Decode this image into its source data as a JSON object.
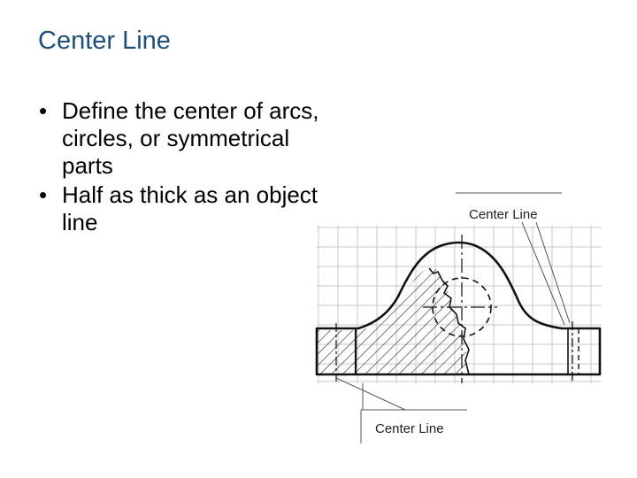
{
  "slide": {
    "title": "Center Line",
    "bullets": [
      {
        "marker": "•",
        "text": "Define the center of arcs, circles, or symmetrical parts"
      },
      {
        "marker": "•",
        "text": "Half as thick as an object line"
      }
    ]
  },
  "figure": {
    "callout_top": "Center Line",
    "callout_bottom": "Center Line"
  }
}
